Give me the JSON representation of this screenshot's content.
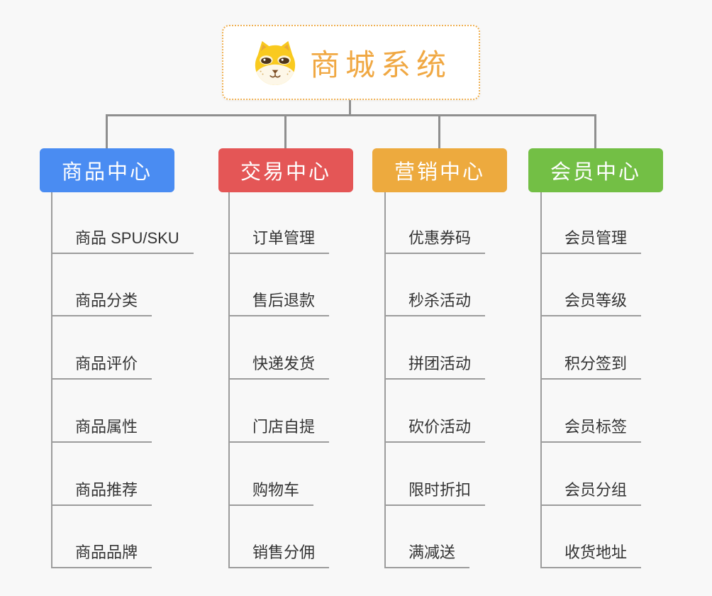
{
  "canvas": {
    "background": "#f8f8f8"
  },
  "root": {
    "title": "商城系统",
    "icon": "shiba-dog-icon",
    "text_color": "#f0a843",
    "border_color": "#efb052",
    "background": "#ffffff"
  },
  "connector_color": "#8f8f8f",
  "leaf_style": {
    "text_color": "#333333",
    "underline_color": "#9c9c9c"
  },
  "branches": [
    {
      "id": "product-center",
      "label": "商品中心",
      "color": "#4a8cf2",
      "children": [
        "商品 SPU/SKU",
        "商品分类",
        "商品评价",
        "商品属性",
        "商品推荐",
        "商品品牌"
      ]
    },
    {
      "id": "trade-center",
      "label": "交易中心",
      "color": "#e45656",
      "children": [
        "订单管理",
        "售后退款",
        "快递发货",
        "门店自提",
        "购物车",
        "销售分佣"
      ]
    },
    {
      "id": "marketing-center",
      "label": "营销中心",
      "color": "#edaa3e",
      "children": [
        "优惠券码",
        "秒杀活动",
        "拼团活动",
        "砍价活动",
        "限时折扣",
        "满减送"
      ]
    },
    {
      "id": "member-center",
      "label": "会员中心",
      "color": "#73bf45",
      "children": [
        "会员管理",
        "会员等级",
        "积分签到",
        "会员标签",
        "会员分组",
        "收货地址"
      ]
    }
  ]
}
